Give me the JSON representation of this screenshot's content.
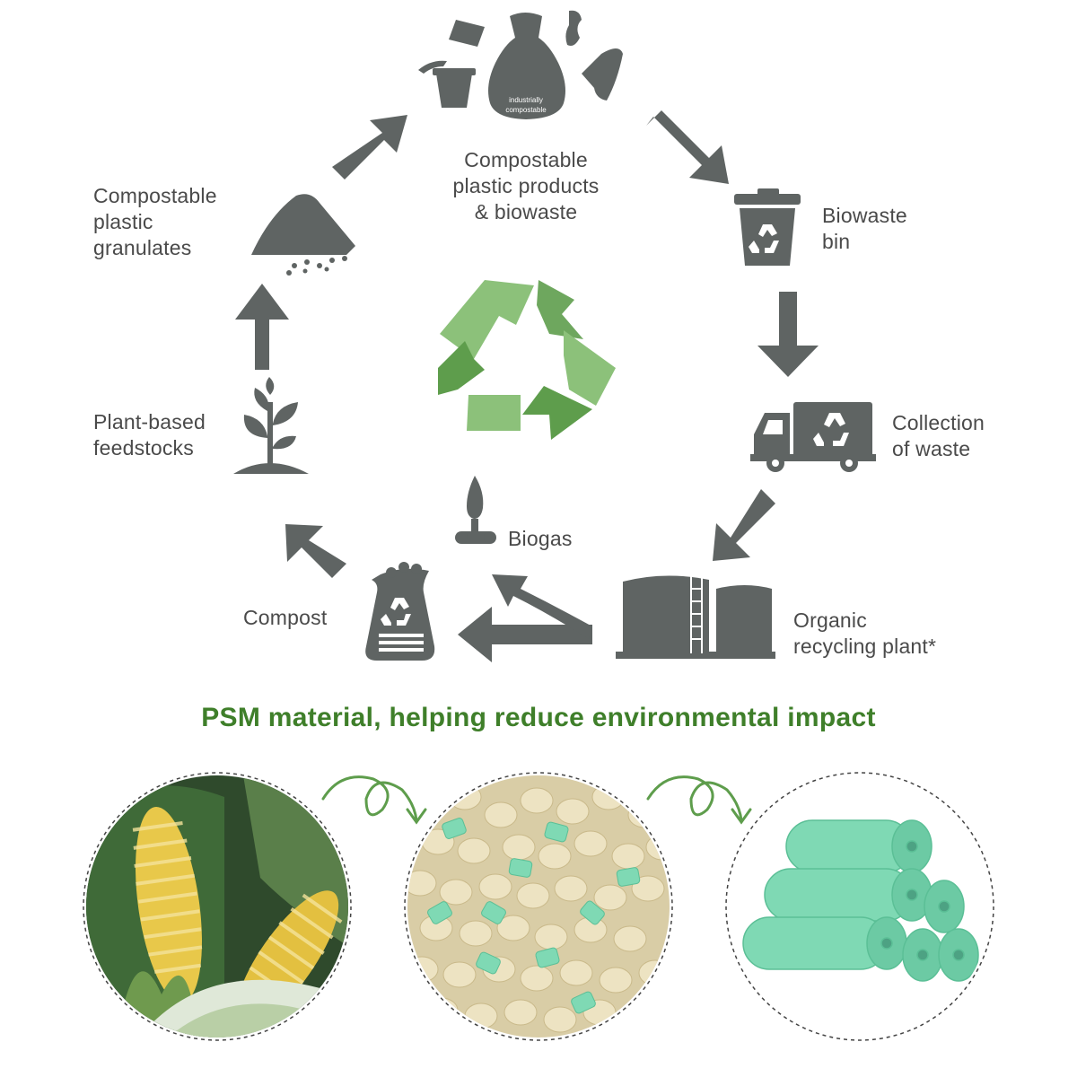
{
  "cycle": {
    "products_label": [
      "Compostable",
      "plastic products",
      "& biowaste"
    ],
    "bag_text": [
      "industrially",
      "compostable"
    ],
    "bin_label": [
      "Biowaste",
      "bin"
    ],
    "truck_label": [
      "Collection",
      "of waste"
    ],
    "plant_label": [
      "Organic",
      "recycling plant*"
    ],
    "biogas_label": "Biogas",
    "compost_label": "Compost",
    "feedstock_label": [
      "Plant-based",
      "feedstocks"
    ],
    "granulates_label": [
      "Compostable",
      "plastic",
      "granulates"
    ]
  },
  "headline": "PSM material, helping reduce environmental impact",
  "photos": [
    {
      "name": "corn",
      "icon": "corn-photo"
    },
    {
      "name": "granules",
      "icon": "pellets-photo"
    },
    {
      "name": "rolls",
      "icon": "bag-rolls-photo"
    }
  ],
  "colors": {
    "icon_gray": "#5f6463",
    "text_gray": "#4a4a4a",
    "headline_green": "#3f7f2a",
    "recycle_green_light": "#8cc17a",
    "recycle_green_dark": "#5e9d4c",
    "roll_mint": "#7fd9b4",
    "connector_green": "#5e9d4c"
  }
}
